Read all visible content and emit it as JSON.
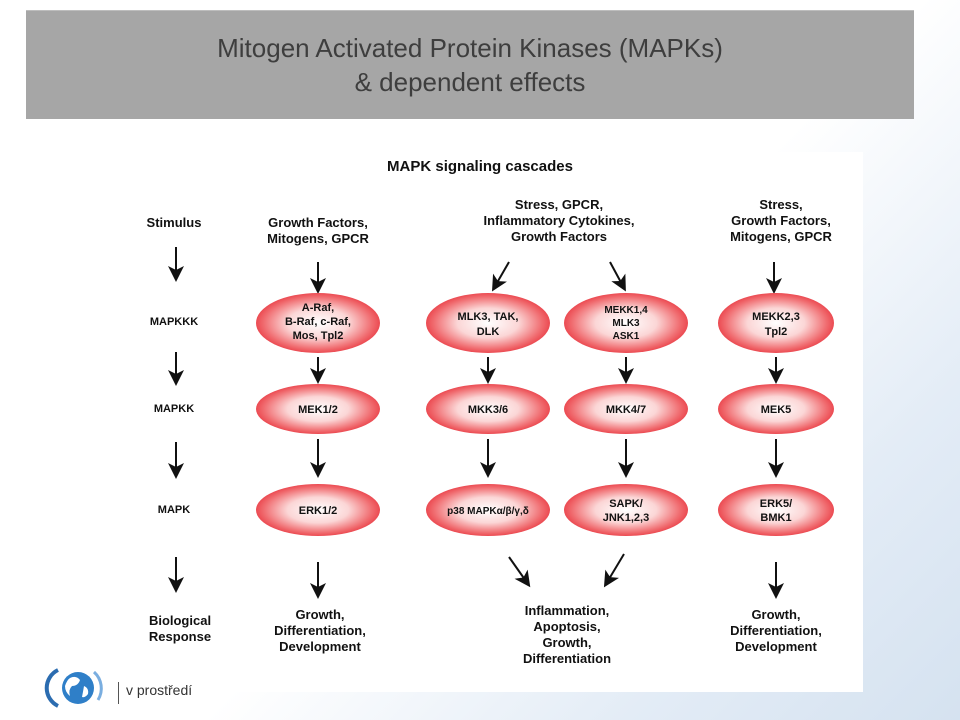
{
  "title": {
    "line1": "Mitogen Activated Protein Kinases (MAPKs)",
    "line2": "& dependent effects"
  },
  "diagram": {
    "heading": "MAPK signaling cascades",
    "levels": {
      "stimulus": "Stimulus",
      "mapkkk": "MAPKKK",
      "mapkk": "MAPKK",
      "mapk": "MAPK",
      "response_line1": "Biological",
      "response_line2": "Response"
    },
    "col1": {
      "stim1": "Growth Factors,",
      "stim2": "Mitogens, GPCR",
      "kkk1": "A-Raf,",
      "kkk2": "B-Raf, c-Raf,",
      "kkk3": "Mos, Tpl2",
      "kk": "MEK1/2",
      "k": "ERK1/2",
      "resp1": "Growth,",
      "resp2": "Differentiation,",
      "resp3": "Development"
    },
    "col23": {
      "stim1": "Stress, GPCR,",
      "stim2": "Inflammatory Cytokines,",
      "stim3": "Growth Factors",
      "resp1": "Inflammation,",
      "resp2": "Apoptosis,",
      "resp3": "Growth,",
      "resp4": "Differentiation"
    },
    "col2": {
      "kkk1": "MLK3, TAK,",
      "kkk2": "DLK",
      "kk": "MKK3/6",
      "k": "p38 MAPKα/β/γ,δ"
    },
    "col3": {
      "kkk1": "MEKK1,4",
      "kkk2": "MLK3",
      "kkk3": "ASK1",
      "kk": "MKK4/7",
      "k1": "SAPK/",
      "k2": "JNK1,2,3"
    },
    "col4": {
      "stim1": "Stress,",
      "stim2": "Growth Factors,",
      "stim3": "Mitogens, GPCR",
      "kkk1": "MEKK2,3",
      "kkk2": "Tpl2",
      "kk": "MEK5",
      "k1": "ERK5/",
      "k2": "BMK1",
      "resp1": "Growth,",
      "resp2": "Differentiation,",
      "resp3": "Development"
    }
  },
  "footer": {
    "text": "v prostředí"
  },
  "colors": {
    "title_bg": "#a6a6a6",
    "oval_center": "#ffffff",
    "oval_edge": "#e8303a"
  }
}
